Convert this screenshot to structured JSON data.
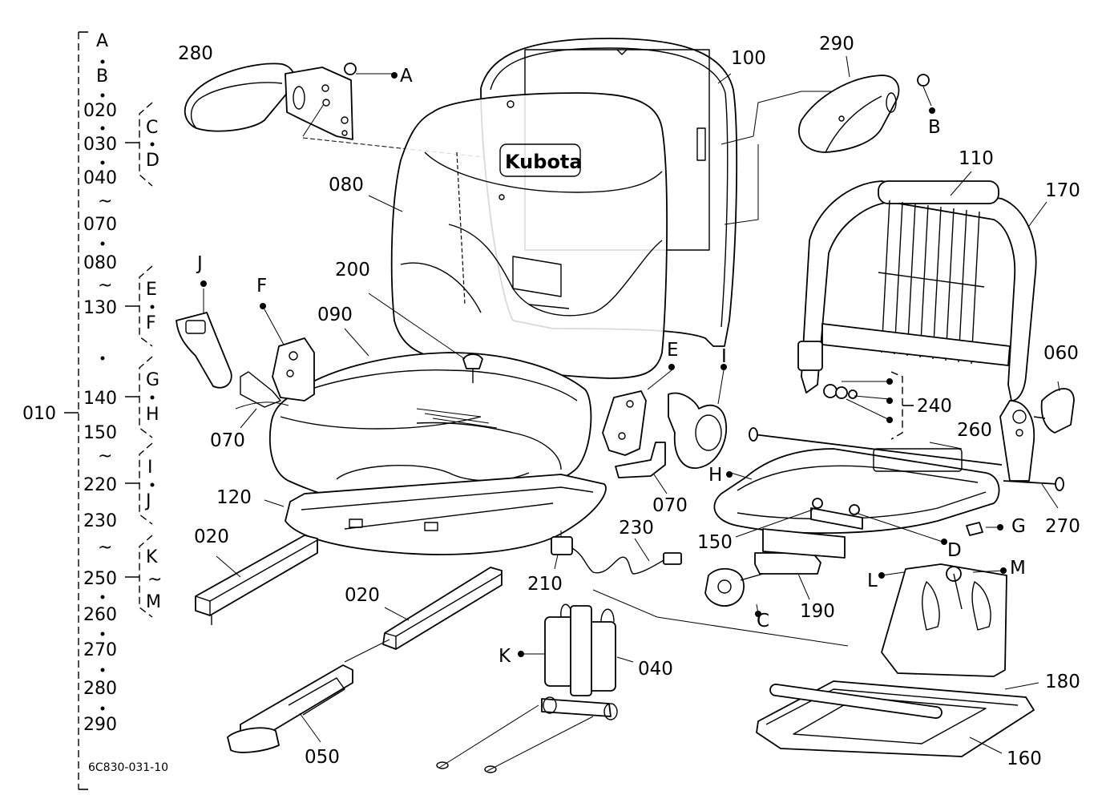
{
  "drawing_code": "6C830-031-10",
  "index_column": {
    "group_label": "010",
    "tilde": "~",
    "items": [
      "A",
      "B",
      "020",
      "030",
      "040",
      "070",
      "080",
      "130",
      "140",
      "150",
      "220",
      "230",
      "250",
      "260",
      "270",
      "280",
      "290"
    ],
    "brackets": {
      "030": [
        "C",
        "D"
      ],
      "130": [
        "E",
        "F"
      ],
      "140": [
        "G",
        "H"
      ],
      "220": [
        "I",
        "J"
      ],
      "250": [
        "K",
        "~",
        "M"
      ]
    }
  },
  "callouts": {
    "p280": "280",
    "p100": "100",
    "p290": "290",
    "p080": "080",
    "p110": "110",
    "p170": "170",
    "p200": "200",
    "p090": "090",
    "p070a": "070",
    "p070b": "070",
    "p060": "060",
    "p240": "240",
    "p260": "260",
    "p120": "120",
    "p020a": "020",
    "p020b": "020",
    "p230": "230",
    "p210": "210",
    "p150": "150",
    "p190": "190",
    "p270": "270",
    "p040": "040",
    "p050": "050",
    "p180": "180",
    "p160": "160"
  },
  "letters": {
    "A": "A",
    "B": "B",
    "C": "C",
    "D": "D",
    "E": "E",
    "F": "F",
    "G": "G",
    "H": "H",
    "I": "I",
    "J": "J",
    "K": "K",
    "L": "L",
    "M": "M"
  },
  "brand_text": "Kubota"
}
